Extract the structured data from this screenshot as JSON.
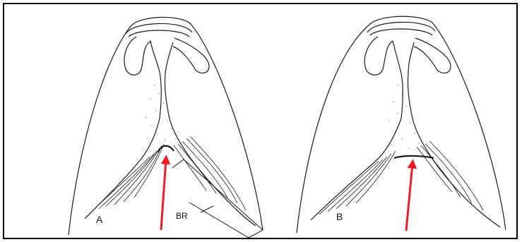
{
  "figure": {
    "panels": [
      {
        "label": "A",
        "annotation": "BR"
      },
      {
        "label": "B"
      }
    ],
    "colors": {
      "ink": "#1a1a1a",
      "arrow": "#ee1c25",
      "stipple": "#555555",
      "frame": "#000000"
    }
  }
}
